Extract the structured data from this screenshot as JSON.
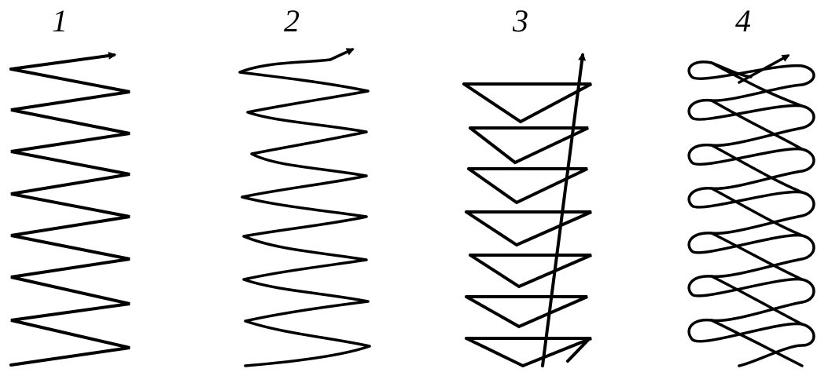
{
  "colors": {
    "ink": "#000000",
    "background": "#ffffff"
  },
  "patterns": [
    {
      "id": "1",
      "label": "1",
      "kind": "zigzag"
    },
    {
      "id": "2",
      "label": "2",
      "kind": "loose-zigzag"
    },
    {
      "id": "3",
      "label": "3",
      "kind": "triangles"
    },
    {
      "id": "4",
      "label": "4",
      "kind": "figure-eight"
    }
  ]
}
